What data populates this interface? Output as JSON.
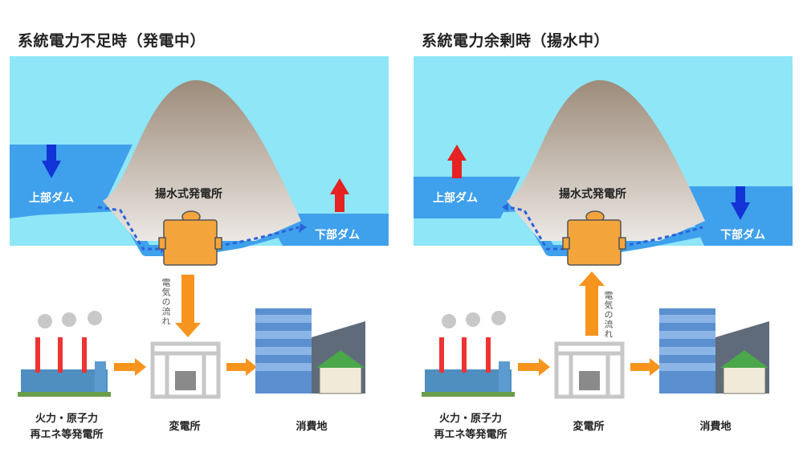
{
  "colors": {
    "sky": "#8fe6f6",
    "water": "#3fa0ec",
    "mountain_top": "#a08f7e",
    "mountain_base": "#e9e4df",
    "plant": "#f3a53c",
    "arrow_orange": "#f7941d",
    "arrow_down_blue": "#1234d6",
    "arrow_up_red": "#e62222",
    "flow_line": "#2a64d8"
  },
  "panels": [
    {
      "title": "系統電力不足時（発電中）",
      "upper_dam": "上部ダム",
      "plant": "揚水式発電所",
      "lower_dam": "下部ダム",
      "flow": "電気の流れ",
      "flow_direction": "down",
      "upper_arrow": "down",
      "lower_arrow": "up",
      "source_line1": "火力・原子力",
      "source_line2": "再エネ等発電所",
      "substation": "変電所",
      "consumer": "消費地"
    },
    {
      "title": "系統電力余剰時（揚水中）",
      "upper_dam": "上部ダム",
      "plant": "揚水式発電所",
      "lower_dam": "下部ダム",
      "flow": "電気の流れ",
      "flow_direction": "up",
      "upper_arrow": "up",
      "lower_arrow": "down",
      "source_line1": "火力・原子力",
      "source_line2": "再エネ等発電所",
      "substation": "変電所",
      "consumer": "消費地"
    }
  ]
}
